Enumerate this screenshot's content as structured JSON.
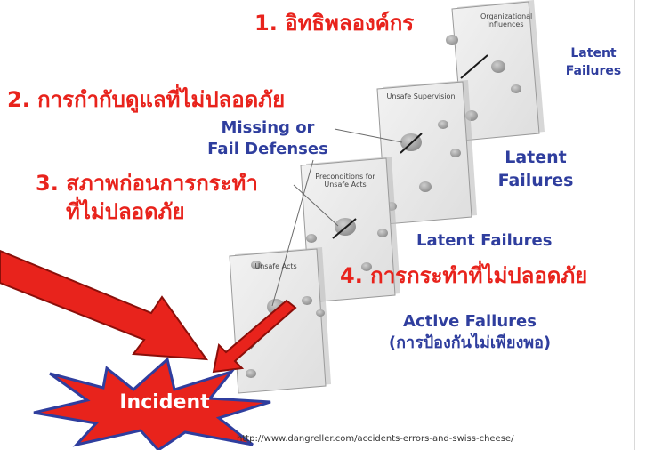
{
  "labels": {
    "org_influences": "1. อิทธิพลองค์กร",
    "unsafe_supervision": "2. การกำกับดูแลที่ไม่ปลอดภัย",
    "preconditions_line1": "3. สภาพก่อนการกระทำ",
    "preconditions_line2": "ที่ไม่ปลอดภัย",
    "unsafe_acts": "4. การกระทำที่ไม่ปลอดภัย",
    "missing_line1": "Missing or",
    "missing_line2": "Fail Defenses",
    "latent1_line1": "Latent",
    "latent1_line2": "Failures",
    "latent2_line1": "Latent",
    "latent2_line2": "Failures",
    "latent3": "Latent Failures",
    "active_line1": "Active Failures",
    "active_line2": "(การป้องกันไม่เพียงพอ)",
    "incident": "Incident"
  },
  "slices": {
    "s1_line1": "Organizational",
    "s1_line2": "Influences",
    "s2": "Unsafe Supervision",
    "s3_line1": "Preconditions for",
    "s3_line2": "Unsafe Acts",
    "s4": "Unsafe Acts"
  },
  "source": "http://www.dangreller.com/accidents-errors-and-swiss-cheese/",
  "colors": {
    "red": "#e8231c",
    "blue": "#2f3e9e",
    "slice_fill": "#ebebeb",
    "hole": "#9a9a9a"
  }
}
